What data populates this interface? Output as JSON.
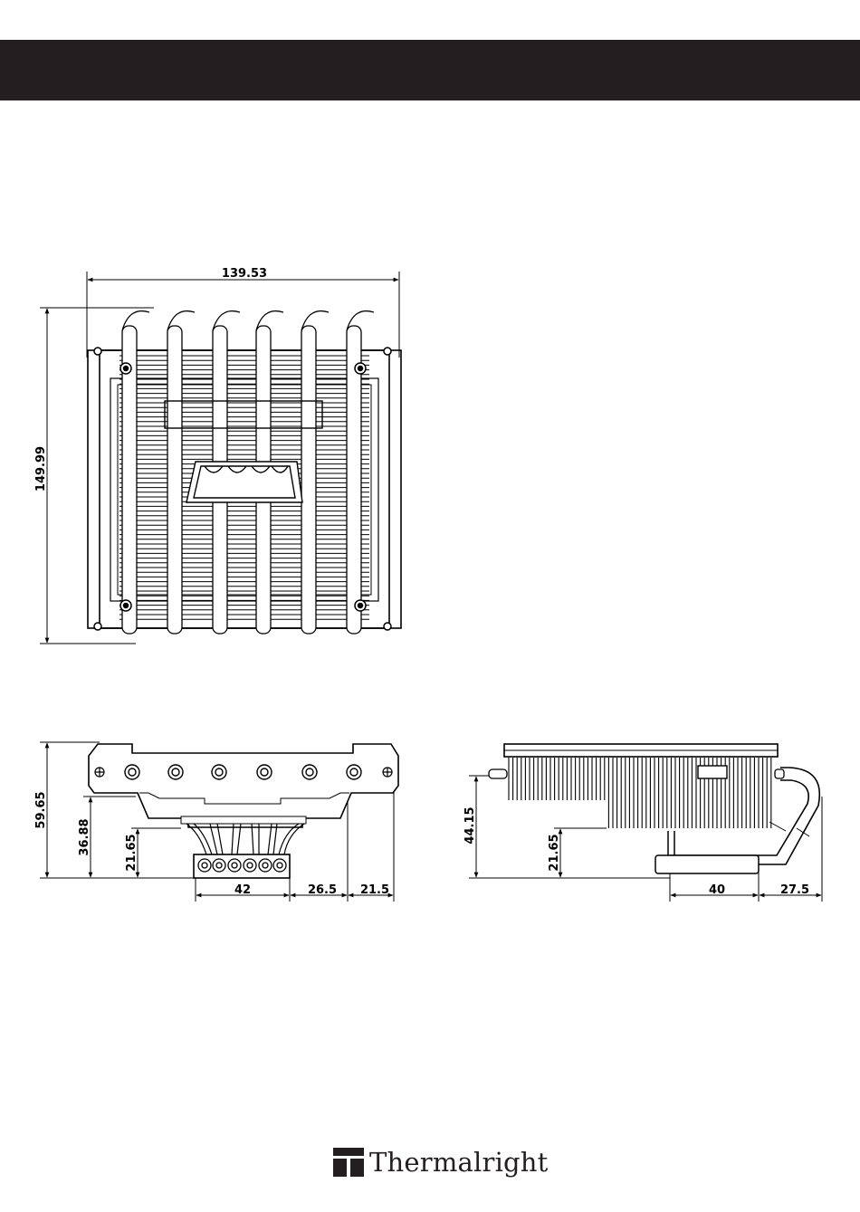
{
  "header": {
    "bar_color": "#231f20"
  },
  "top_view": {
    "width_label": "139.53",
    "height_label": "149.99"
  },
  "front_view": {
    "total_height_label": "59.65",
    "mid_height_label": "36.88",
    "base_height_label": "21.65",
    "base_width_label": "42",
    "offset_label": "26.5",
    "edge_label": "21.5"
  },
  "side_view": {
    "height_label": "44.15",
    "base_height_label": "21.65",
    "base_length_label": "40",
    "pipe_offset_label": "27.5"
  },
  "footer": {
    "brand_name": "Thermalright",
    "logo_icon": "thermalright-logo-icon"
  }
}
